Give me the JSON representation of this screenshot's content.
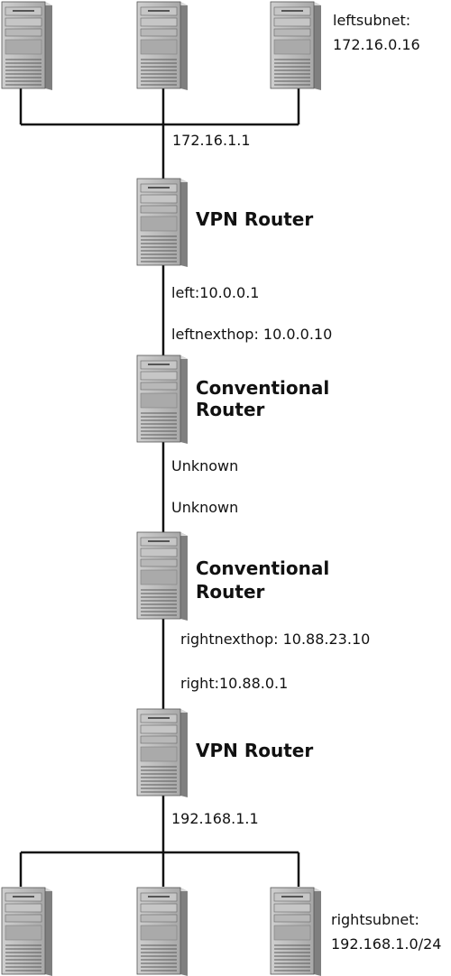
{
  "diagram": {
    "labels": {
      "left_subnet_1": "leftsubnet:",
      "left_subnet_2": "172.16.0.16",
      "left_gateway": "172.16.1.1",
      "vpn_router_top": "VPN Router",
      "left_addr": "left:10.0.0.1",
      "left_nexthop": "leftnexthop: 10.0.0.10",
      "conv_router_1_line1": "Conventional",
      "conv_router_1_line2": "Router",
      "unknown_1": "Unknown",
      "unknown_2": "Unknown",
      "conv_router_2_line1": "Conventional",
      "conv_router_2_line2": "Router",
      "right_nexthop": "rightnexthop: 10.88.23.10",
      "right_addr": "right:10.88.0.1",
      "vpn_router_bottom": "VPN Router",
      "right_gateway": "192.168.1.1",
      "right_subnet_1": "rightsubnet:",
      "right_subnet_2": "192.168.1.0/24"
    },
    "colors": {
      "line": "#111111",
      "tower_face": "#bdbdbd",
      "tower_side": "#8c8c8c",
      "tower_dark": "#555555"
    },
    "icons": [
      "server-tower-icon"
    ]
  }
}
